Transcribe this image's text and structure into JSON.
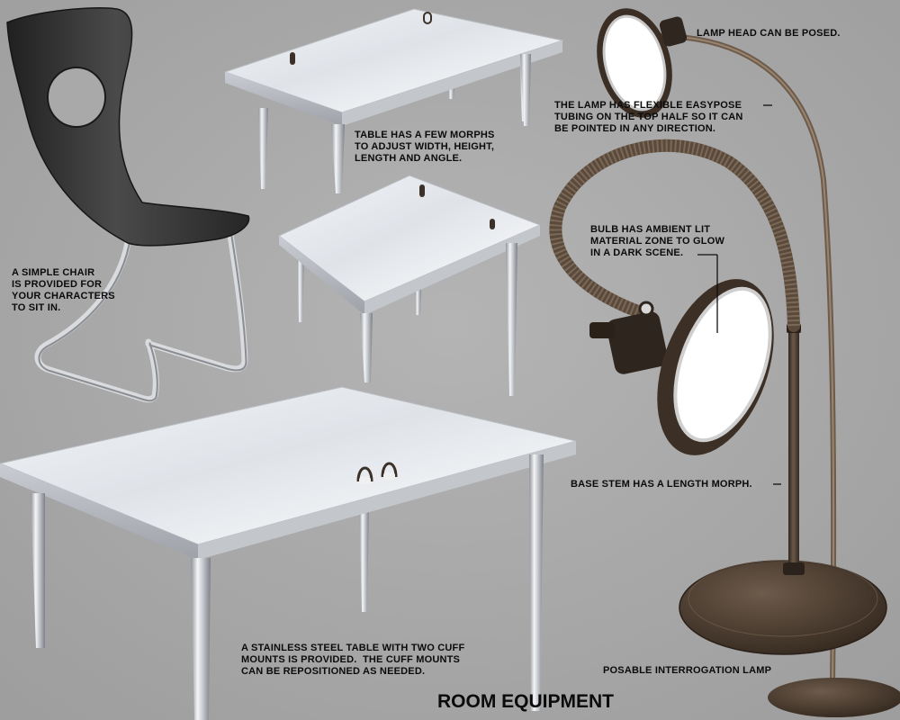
{
  "title": "ROOM EQUIPMENT",
  "colors": {
    "background": "#a9a9a9",
    "steel": "#e6e8ec",
    "chair_shell": "#2e2e2e",
    "lamp_bronze": "#4e3f34"
  },
  "captions": {
    "chair": "A SIMPLE CHAIR\nIS PROVIDED FOR\nYOUR CHARACTERS\nTO SIT IN.",
    "table_morphs": "TABLE HAS A FEW MORPHS\nTO ADJUST WIDTH, HEIGHT,\nLENGTH AND ANGLE.",
    "steel_table": "A STAINLESS STEEL TABLE WITH TWO CUFF\nMOUNTS IS PROVIDED.  THE CUFF MOUNTS\nCAN BE REPOSITIONED AS NEEDED.",
    "lamp_head": "LAMP HEAD CAN BE POSED.",
    "lamp_tubing": "THE LAMP HAS FLEXIBLE EASYPOSE\nTUBING ON THE TOP HALF SO IT CAN\nBE POINTED IN ANY DIRECTION.",
    "bulb": "BULB HAS AMBIENT LIT\nMATERIAL ZONE TO GLOW\nIN A DARK SCENE.",
    "base_stem": "BASE STEM HAS A LENGTH MORPH.",
    "lamp_name": "POSABLE INTERROGATION LAMP"
  }
}
